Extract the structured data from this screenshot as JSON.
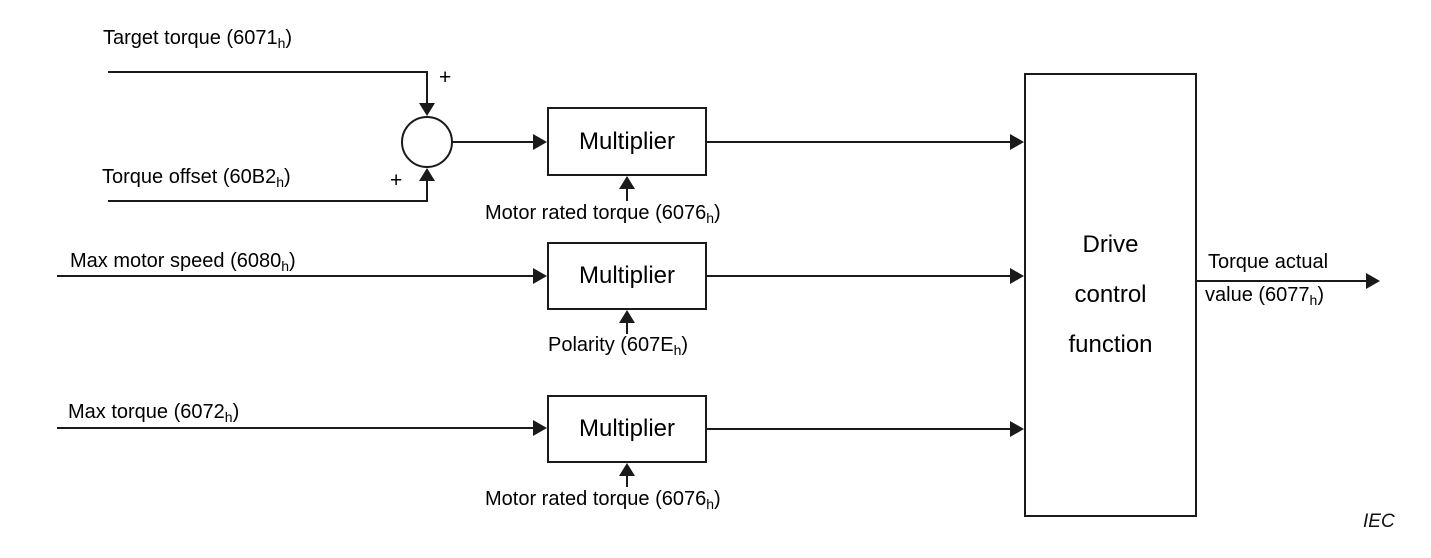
{
  "diagram": {
    "footer": "IEC",
    "summing_junction": {
      "plus_top": "+",
      "plus_bottom": "+"
    },
    "inputs": {
      "target_torque": {
        "pre": "Target torque (6071",
        "sub": "h",
        "post": ")"
      },
      "torque_offset": {
        "pre": "Torque offset (60B2",
        "sub": "h",
        "post": ")"
      },
      "max_motor_speed": {
        "pre": "Max motor speed (6080",
        "sub": "h",
        "post": ")"
      },
      "max_torque": {
        "pre": "Max torque (6072",
        "sub": "h",
        "post": ")"
      }
    },
    "multipliers": {
      "m1": {
        "label": "Multiplier",
        "param": {
          "pre": "Motor rated torque (6076",
          "sub": "h",
          "post": ")"
        }
      },
      "m2": {
        "label": "Multiplier",
        "param": {
          "pre": "Polarity (607E",
          "sub": "h",
          "post": ")"
        }
      },
      "m3": {
        "label": "Multiplier",
        "param": {
          "pre": "Motor rated torque (6076",
          "sub": "h",
          "post": ")"
        }
      }
    },
    "drive_block": {
      "line1": "Drive",
      "line2": "control",
      "line3": "function"
    },
    "output": {
      "line1": "Torque actual",
      "value": {
        "pre": "value (6077",
        "sub": "h",
        "post": ")"
      }
    },
    "colors": {
      "line": "#1a1a1a",
      "background": "#ffffff",
      "text": "#000000"
    }
  }
}
